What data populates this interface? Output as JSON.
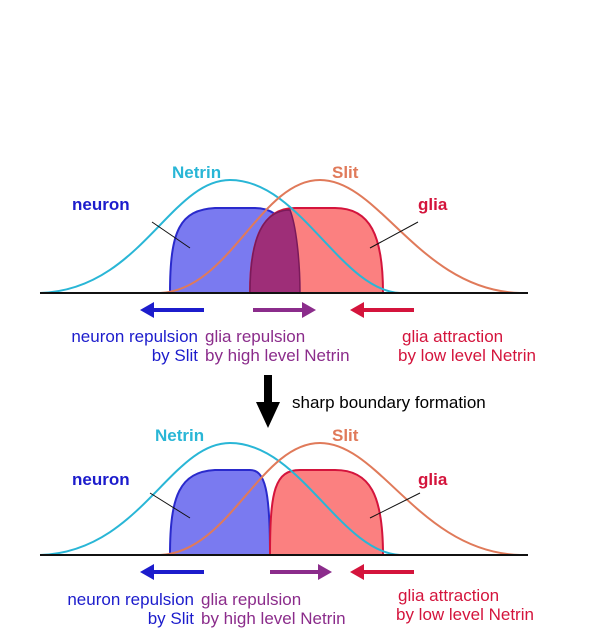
{
  "panel_top": {
    "netrin_label": "Netrin",
    "slit_label": "Slit",
    "neuron_label": "neuron",
    "glia_label": "glia",
    "neuron_caption_line1": "neuron repulsion",
    "neuron_caption_line2": "by Slit",
    "glia_rep_line1": "glia repulsion",
    "glia_rep_line2": "by high level Netrin",
    "glia_attr_line1": "glia attraction",
    "glia_attr_line2": "by low level Netrin"
  },
  "transition_label": "sharp boundary formation",
  "panel_bottom": {
    "netrin_label": "Netrin",
    "slit_label": "Slit",
    "neuron_label": "neuron",
    "glia_label": "glia",
    "neuron_caption_line1": "neuron repulsion",
    "neuron_caption_line2": "by Slit",
    "glia_rep_line1": "glia repulsion",
    "glia_rep_line2": "by high level Netrin",
    "glia_attr_line1": "glia attraction",
    "glia_attr_line2": "by low level Netrin"
  },
  "colors": {
    "netrin": "#29b6d6",
    "slit": "#e07a5a",
    "neuron": "#1c1ccc",
    "glia": "#d4143c",
    "purple": "#8b2c8b",
    "neuron_fill": "#7a7af0",
    "glia_fill": "#fb8080",
    "overlap_fill": "#9e2e78"
  }
}
